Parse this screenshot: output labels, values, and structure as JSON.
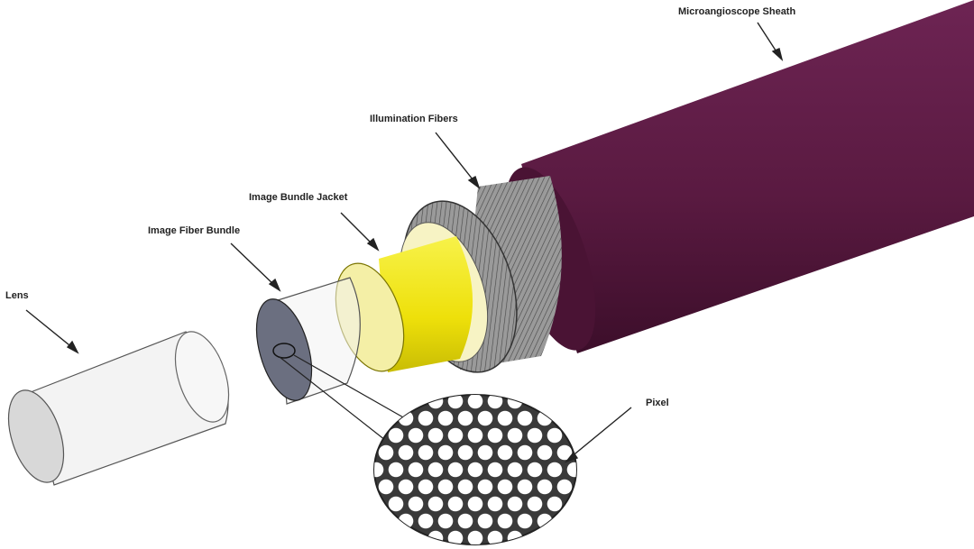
{
  "labels": {
    "sheath": "Microangioscope Sheath",
    "illumination": "Illumination Fibers",
    "jacket": "Image Bundle Jacket",
    "bundle": "Image Fiber Bundle",
    "lens": "Lens",
    "pixel": "Pixel"
  },
  "colors": {
    "sheath": "#5e1a43",
    "sheath_dark": "#3f0f2c",
    "jacket": "#f1ea10",
    "jacket_end": "#f4efa6",
    "bundle_face": "#6b6f80",
    "fibers": "#8a8a8a",
    "line": "#222222"
  }
}
